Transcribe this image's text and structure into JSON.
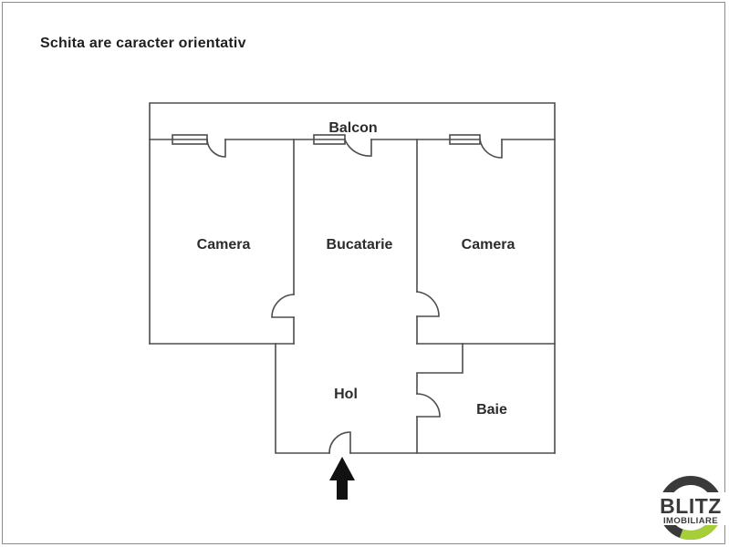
{
  "title": "Schita are caracter orientativ",
  "floorplan": {
    "rooms": [
      {
        "id": "balcon",
        "label": "Balcon"
      },
      {
        "id": "camera-left",
        "label": "Camera"
      },
      {
        "id": "bucatarie",
        "label": "Bucatarie"
      },
      {
        "id": "camera-right",
        "label": "Camera"
      },
      {
        "id": "hol",
        "label": "Hol"
      },
      {
        "id": "baie",
        "label": "Baie"
      }
    ],
    "entrance_arrow_direction": "up"
  },
  "logo": {
    "line1": "BLITZ",
    "line2": "IMOBILIARE",
    "ring_dark": "#3a3a3a",
    "ring_green": "#a6ce39",
    "text_color": "#3a3a3a"
  },
  "colors": {
    "wall": "#4d4d4d",
    "arrow": "#111111",
    "background": "#ffffff",
    "frame_border": "#8d8d8d",
    "text": "#2c2c2c"
  }
}
